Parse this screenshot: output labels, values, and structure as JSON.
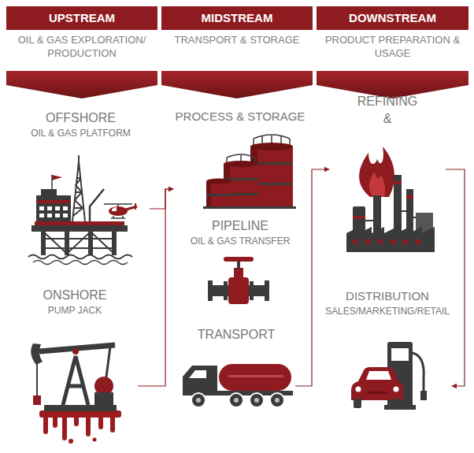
{
  "diagram": {
    "nodes": [
      {
        "text": [
          "UPSTREAM",
          "OIL & GAS EXPLORATION/ PRODUCTION"
        ]
      },
      {
        "text": [
          "MIDSTREAM",
          "TRANSPORT & STORAGE"
        ]
      },
      {
        "text": [
          "DOWNSTREAM",
          "PRODUCT PREPARATION & USAGE"
        ]
      },
      {
        "text": [
          "OFFSHORE",
          "OIL & GAS PLATFORM"
        ]
      },
      {
        "text": [
          "ONSHORE",
          "PUMP JACK"
        ]
      },
      {
        "text": [
          "PROCESS & STORAGE"
        ]
      },
      {
        "text": [
          "PIPELINE",
          "OIL & GAS TRANSFER"
        ]
      },
      {
        "text": [
          "TRANSPORT"
        ]
      },
      {
        "text": [
          "REFINING &"
        ]
      },
      {
        "text": [
          "DISTRIBUTION",
          "SALES/MARKETING/RETAIL"
        ]
      }
    ],
    "edges": [
      {
        "from": 3,
        "to": 5,
        "arrow": "to"
      },
      {
        "from": 4,
        "to": 5,
        "arrow": "to"
      },
      {
        "from": 7,
        "to": 8,
        "arrow": "to"
      },
      {
        "from": 8,
        "to": 9,
        "arrow": "to"
      }
    ]
  }
}
